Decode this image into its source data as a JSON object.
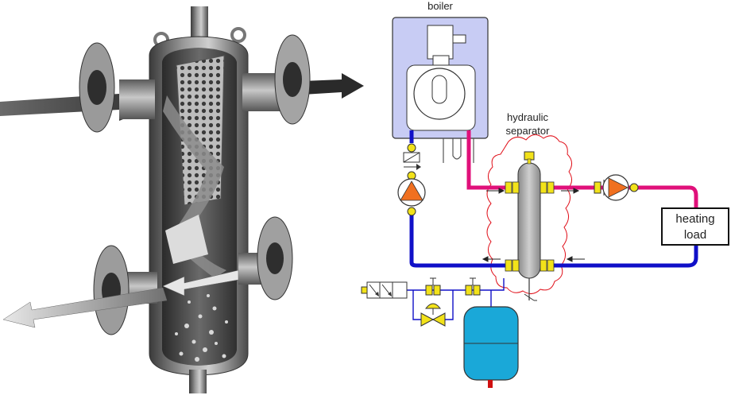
{
  "labels": {
    "boiler": "boiler",
    "separator_line1": "hydraulic",
    "separator_line2": "separator",
    "load_line1": "heating",
    "load_line2": "load"
  },
  "colors": {
    "hot_supply": "#e0107a",
    "cold_return": "#1010c8",
    "boiler_fill": "#c8ccf4",
    "pump_orange": "#f07020",
    "fitting_yellow": "#f2e21a",
    "tank_cyan": "#1aa8d8",
    "separator_gray": "#a8a8a8",
    "cloud_outline": "#e0101a"
  },
  "icons": [
    "cutaway-separator-image",
    "boiler-unit-icon",
    "pump-icon",
    "check-valve-icon",
    "expansion-tank-icon",
    "backflow-preventer-icon",
    "pressure-reducing-valve-icon"
  ]
}
